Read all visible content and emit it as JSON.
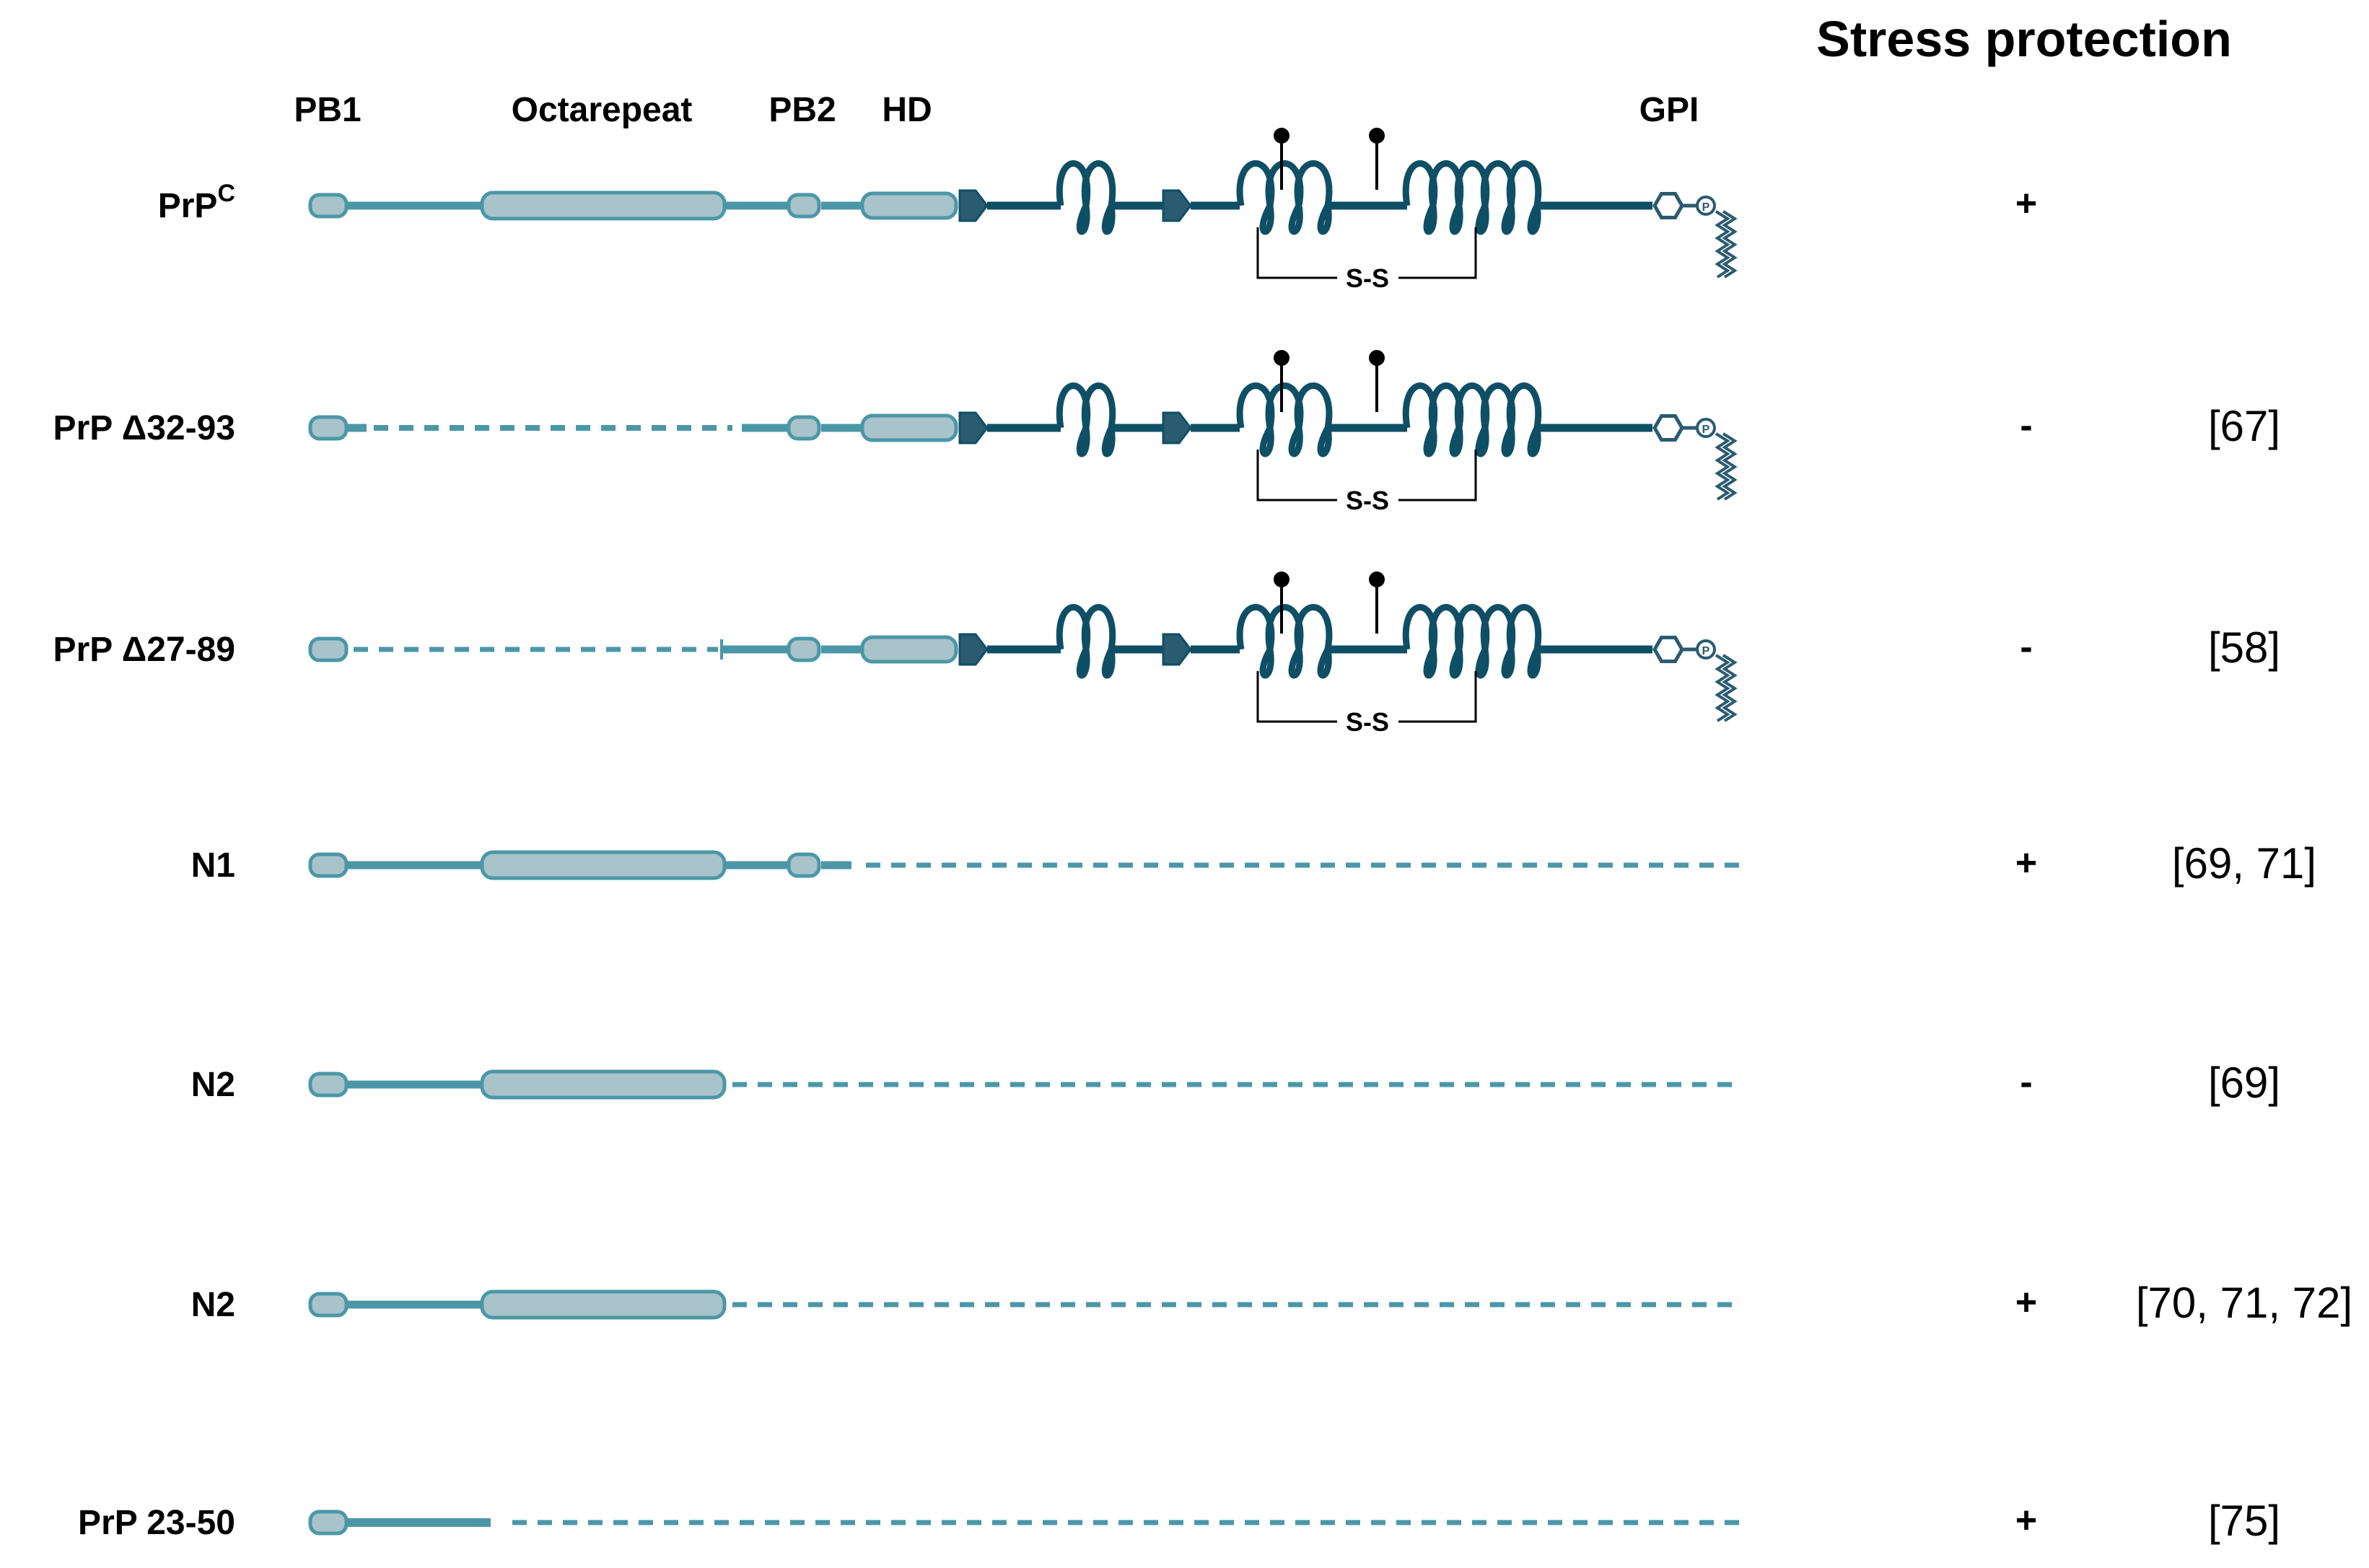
{
  "heading": "Stress protection",
  "domain_labels": {
    "pb1": "PB1",
    "octarepeat": "Octarepeat",
    "pb2": "PB2",
    "hd": "HD",
    "gpi": "GPI"
  },
  "disulfide_label": "S-S",
  "phosphate_glyph": "P",
  "rows": [
    {
      "name": "PrP",
      "superscript": "C",
      "variant": "full",
      "protection": "+",
      "reference": ""
    },
    {
      "name": "PrP Δ32-93",
      "superscript": "",
      "variant": "delta32-93",
      "protection": "-",
      "reference": "[67]"
    },
    {
      "name": "PrP Δ27-89",
      "superscript": "",
      "variant": "delta27-89",
      "protection": "-",
      "reference": "[58]"
    },
    {
      "name": "N1",
      "superscript": "",
      "variant": "n1",
      "protection": "+",
      "reference": "[69, 71]"
    },
    {
      "name": "N2",
      "superscript": "",
      "variant": "n2",
      "protection": "-",
      "reference": "[69]"
    },
    {
      "name": "N2",
      "superscript": "",
      "variant": "n2",
      "protection": "+",
      "reference": "[70, 71, 72]"
    },
    {
      "name": "PrP 23-50",
      "superscript": "",
      "variant": "prp23-50",
      "protection": "+",
      "reference": "[75]"
    }
  ],
  "colors": {
    "light_teal": "#4b97a7",
    "dark_teal": "#0f4f66",
    "arrow_teal": "#2b5b70",
    "domain_fill": "#a9c3ca",
    "domain_stroke": "#4b97a7",
    "text": "#000000"
  }
}
